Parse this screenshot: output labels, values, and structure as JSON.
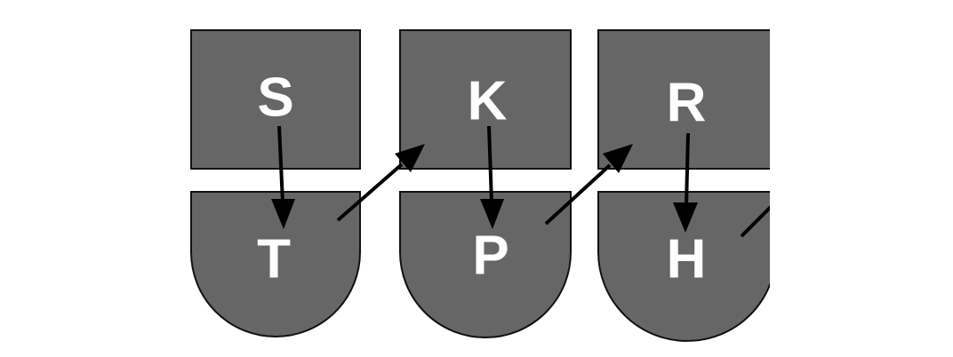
{
  "diagram": {
    "columns": [
      {
        "top": "S",
        "bottom": "T"
      },
      {
        "top": "K",
        "bottom": "P"
      },
      {
        "top": "R",
        "bottom": "H"
      }
    ]
  },
  "colors": {
    "shape_fill": "#666666",
    "shape_stroke": "#111111",
    "letter": "#ffffff",
    "arrow": "#000000",
    "background": "#ffffff"
  }
}
